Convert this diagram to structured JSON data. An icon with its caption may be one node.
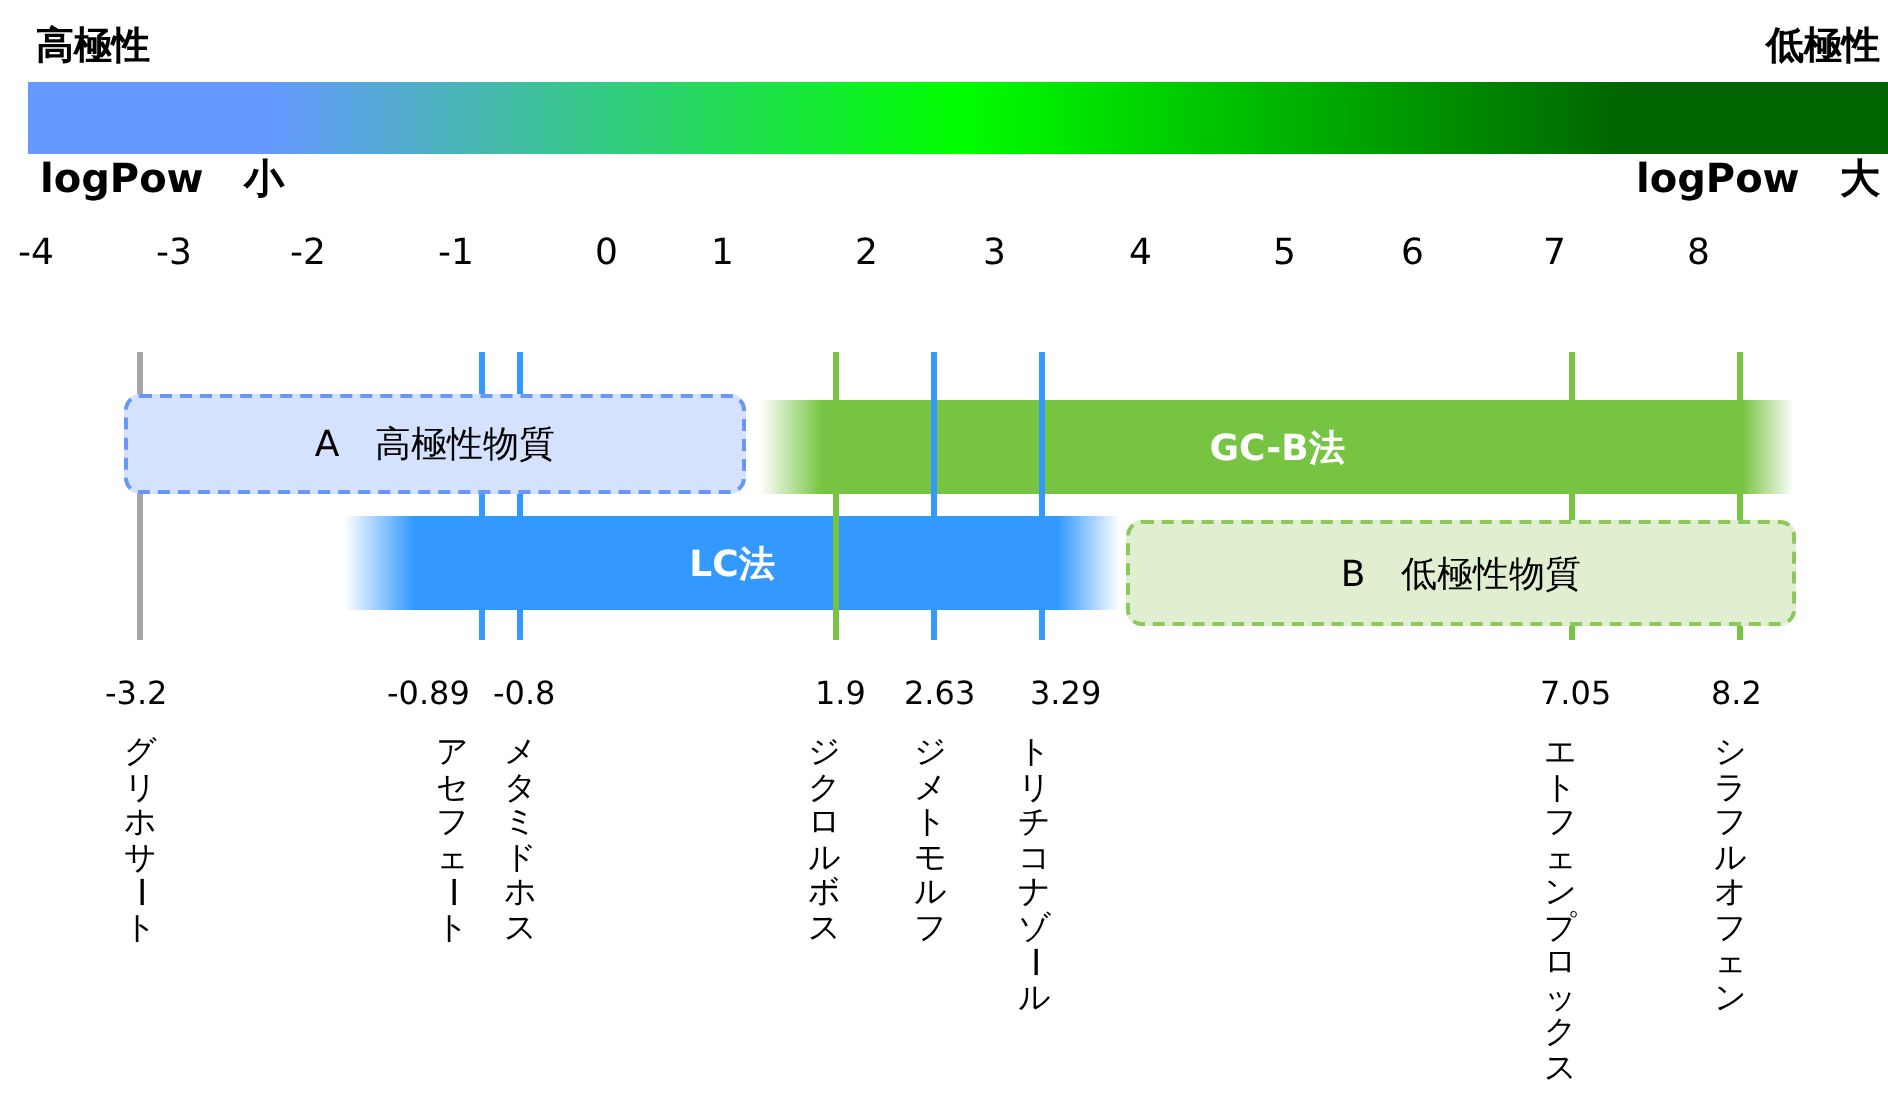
{
  "diagram": {
    "nodes": [
      {
        "text": [],
        "shape": "bar",
        "beside": [
          "高極性",
          "低極性",
          "logPow　小",
          "logPow　大"
        ]
      },
      {
        "text": [
          "A　高極性物質"
        ]
      },
      {
        "text": [
          "GC-B法"
        ]
      },
      {
        "text": [
          "LC法"
        ]
      },
      {
        "text": [
          "B　低極性物質"
        ]
      }
    ],
    "labels": [
      "-4",
      "-3",
      "-2",
      "-1",
      "0",
      "1",
      "2",
      "3",
      "4",
      "5",
      "6",
      "7",
      "8",
      "-3.2",
      "-0.89",
      "-0.8",
      "1.9",
      "2.63",
      "3.29",
      "7.05",
      "8.2",
      "グリホサート",
      "アセフェート",
      "メタミドホス",
      "ジクロルボス",
      "ジメトモルフ",
      "トリチコナゾール",
      "エトフェンプロックス",
      "シラフルオフェン"
    ]
  }
}
